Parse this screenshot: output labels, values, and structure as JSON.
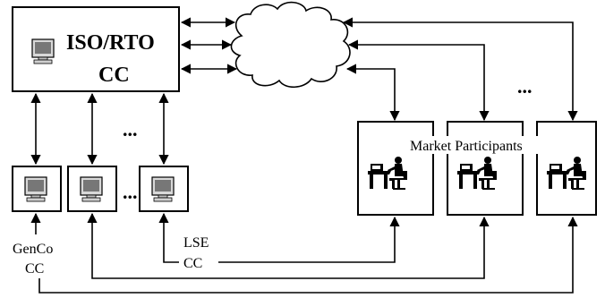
{
  "diagram": {
    "iso_rto": {
      "name": "ISO/RTO",
      "cc": "CC",
      "icon": "computer-icon"
    },
    "cloud": {
      "icon": "network-cloud-icon"
    },
    "ellipsis_top": "...",
    "ellipsis_mid": "...",
    "ellipsis_right": "...",
    "market_participants_label": "Market Participants",
    "genco_label_line1": "GenCo",
    "genco_label_line2": "CC",
    "lse_label_line1": "LSE",
    "lse_label_line2": "CC",
    "participant_icon": "trader-at-desk-icon",
    "terminal_icon": "computer-icon"
  }
}
